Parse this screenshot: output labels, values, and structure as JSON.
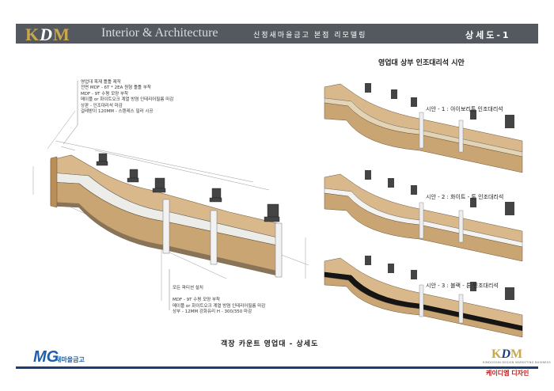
{
  "header": {
    "logo": "KDM",
    "subtitle": "Interior & Architecture",
    "project": "신정새마을금고 본점 리모델링",
    "page": "상세도-1"
  },
  "section_title": "영업대 상부 인조대리석 시안",
  "notes_top": [
    "영업대 목재 틀틀 제작",
    "전면 MDF - 6T * 2EA 원형 틀틀 부착",
    "MDF - 9T 수평 모양 부착",
    "메이플 or 화이트오크 계열 방염 인테리어필름 마감",
    "상판 - 인조대리석 마감",
    "걸레받이 120MM - 스텐레스 밀러 시공"
  ],
  "notes_bottom": [
    "모든 파티션 설치",
    "MDF - 9T 수평 모양 부착",
    "메이플 or 화이트오크 계열 방염 인테리어필름 마감",
    "상부 - 12MM 강화유리 H - 300/350 마감"
  ],
  "options": [
    {
      "label": "시안 - 1  :  아이보리톤 인조대리석",
      "top_color": "#e4d4b6"
    },
    {
      "label": "시안 - 2  :  화이트 - 톤 인조대리석",
      "top_color": "#f3f3f1"
    },
    {
      "label": "시안 - 3  :  블랙 - 톤 인조대리석",
      "top_color": "#151515"
    }
  ],
  "caption": "객장 카운트 영업대 - 상세도",
  "footer": {
    "mg_logo": "MG",
    "mg_text": "새마을금고",
    "kdm_logo": "KDM",
    "kdm_sub": "KIMDOSHIN DESIGN MARKETING BUSINESS",
    "kdm_kr": "케이디엠 디자인"
  }
}
